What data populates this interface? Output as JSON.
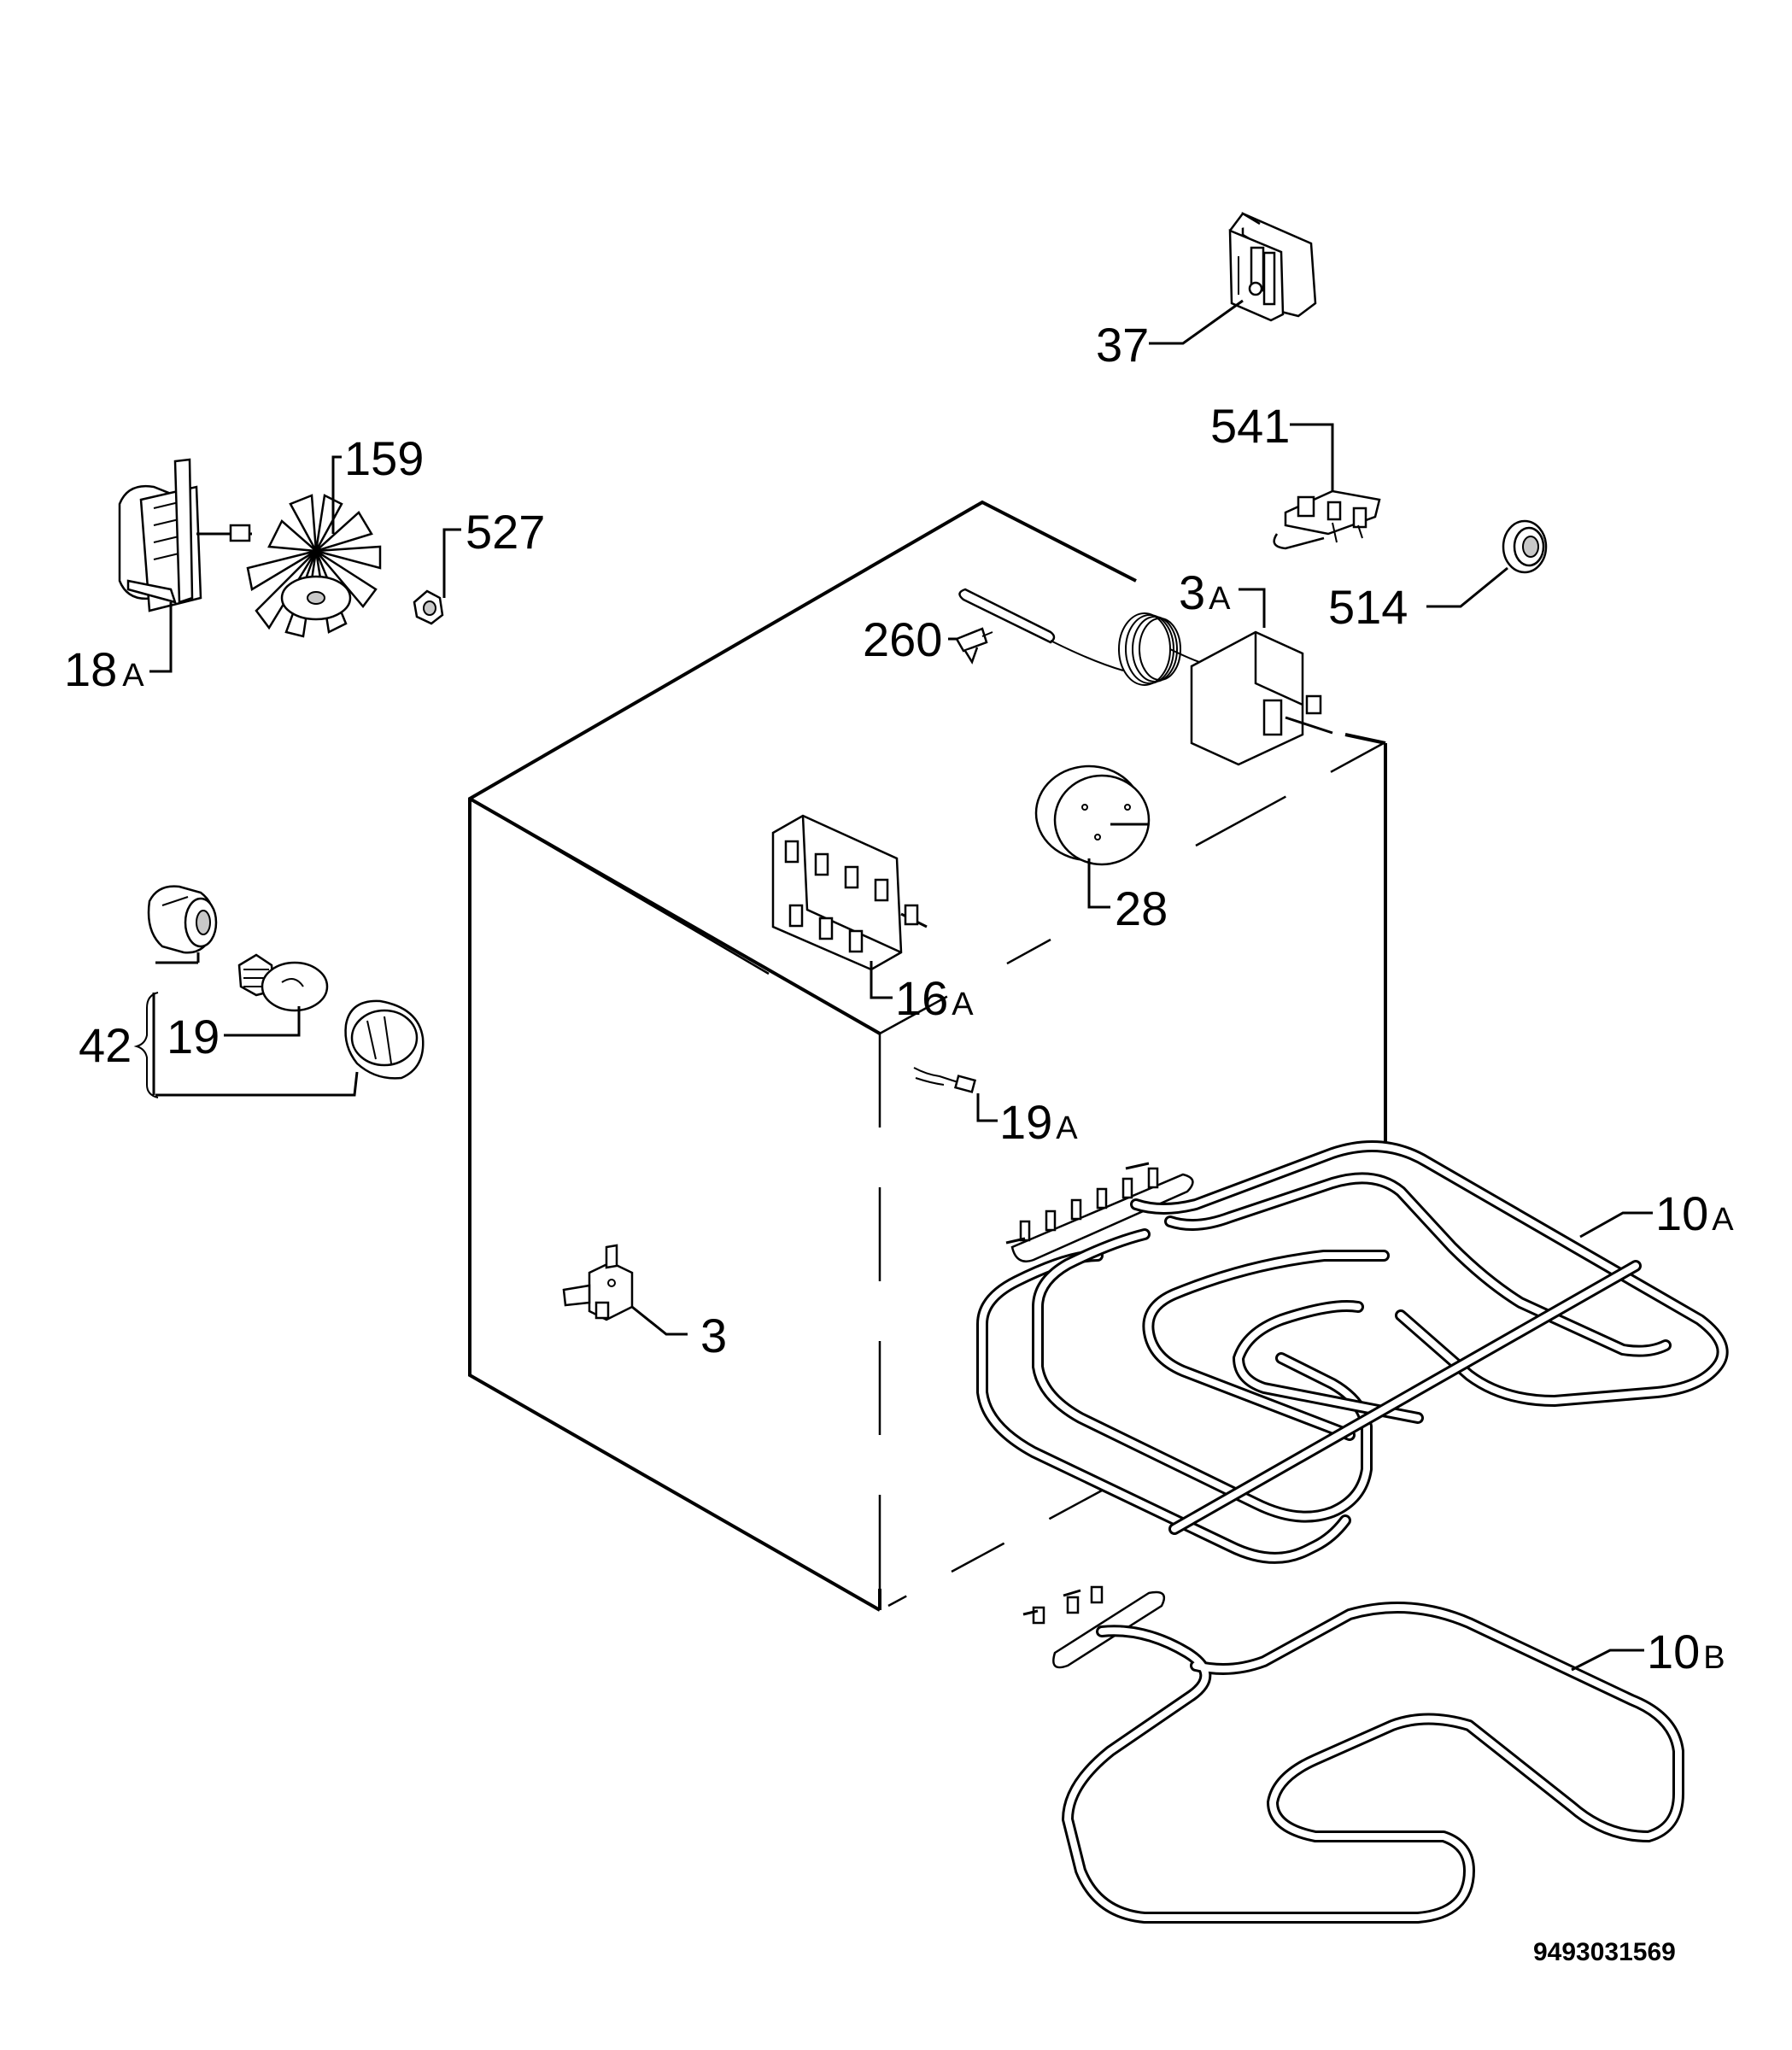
{
  "diagram": {
    "document_code": "9493031569",
    "callouts": [
      {
        "id": "37",
        "num": "37",
        "suffix": ""
      },
      {
        "id": "541",
        "num": "541",
        "suffix": ""
      },
      {
        "id": "159",
        "num": "159",
        "suffix": ""
      },
      {
        "id": "527",
        "num": "527",
        "suffix": ""
      },
      {
        "id": "18A",
        "num": "18",
        "suffix": "A"
      },
      {
        "id": "514",
        "num": "514",
        "suffix": ""
      },
      {
        "id": "3A",
        "num": "3",
        "suffix": "A"
      },
      {
        "id": "260",
        "num": "260",
        "suffix": ""
      },
      {
        "id": "28",
        "num": "28",
        "suffix": ""
      },
      {
        "id": "16A",
        "num": "16",
        "suffix": "A"
      },
      {
        "id": "42",
        "num": "42",
        "suffix": ""
      },
      {
        "id": "19",
        "num": "19",
        "suffix": ""
      },
      {
        "id": "19A",
        "num": "19",
        "suffix": "A"
      },
      {
        "id": "10A",
        "num": "10",
        "suffix": "A"
      },
      {
        "id": "3",
        "num": "3",
        "suffix": ""
      },
      {
        "id": "10B",
        "num": "10",
        "suffix": "B"
      }
    ]
  }
}
